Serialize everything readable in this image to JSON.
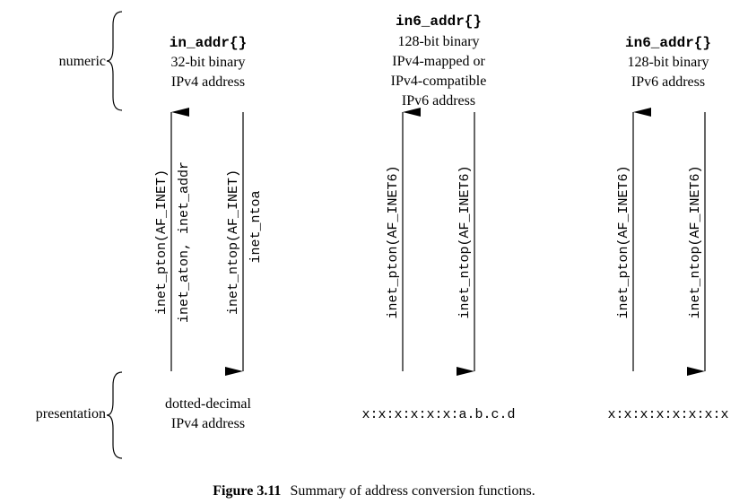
{
  "rows": {
    "numeric_label": "numeric",
    "presentation_label": "presentation"
  },
  "numeric": {
    "ipv4": {
      "type": "in_addr{}",
      "line1": "32-bit binary",
      "line2": "IPv4 address"
    },
    "mapped": {
      "type": "in6_addr{}",
      "line1": "128-bit binary",
      "line2": "IPv4-mapped or",
      "line3": "IPv4-compatible",
      "line4": "IPv6 address"
    },
    "ipv6": {
      "type": "in6_addr{}",
      "line1": "128-bit binary",
      "line2": "IPv6 address"
    }
  },
  "functions": {
    "ipv4_up_1": "inet_pton(AF_INET)",
    "ipv4_up_2": "inet_aton, inet_addr",
    "ipv4_down_1": "inet_ntop(AF_INET)",
    "ipv4_down_2": "inet_ntoa",
    "mapped_up": "inet_pton(AF_INET6)",
    "mapped_down": "inet_ntop(AF_INET6)",
    "ipv6_up": "inet_pton(AF_INET6)",
    "ipv6_down": "inet_ntop(AF_INET6)"
  },
  "presentation": {
    "ipv4_line1": "dotted-decimal",
    "ipv4_line2": "IPv4 address",
    "mapped": "x:x:x:x:x:x:a.b.c.d",
    "ipv6": "x:x:x:x:x:x:x:x"
  },
  "caption": {
    "number": "Figure 3.11",
    "text": "Summary of address conversion functions."
  }
}
